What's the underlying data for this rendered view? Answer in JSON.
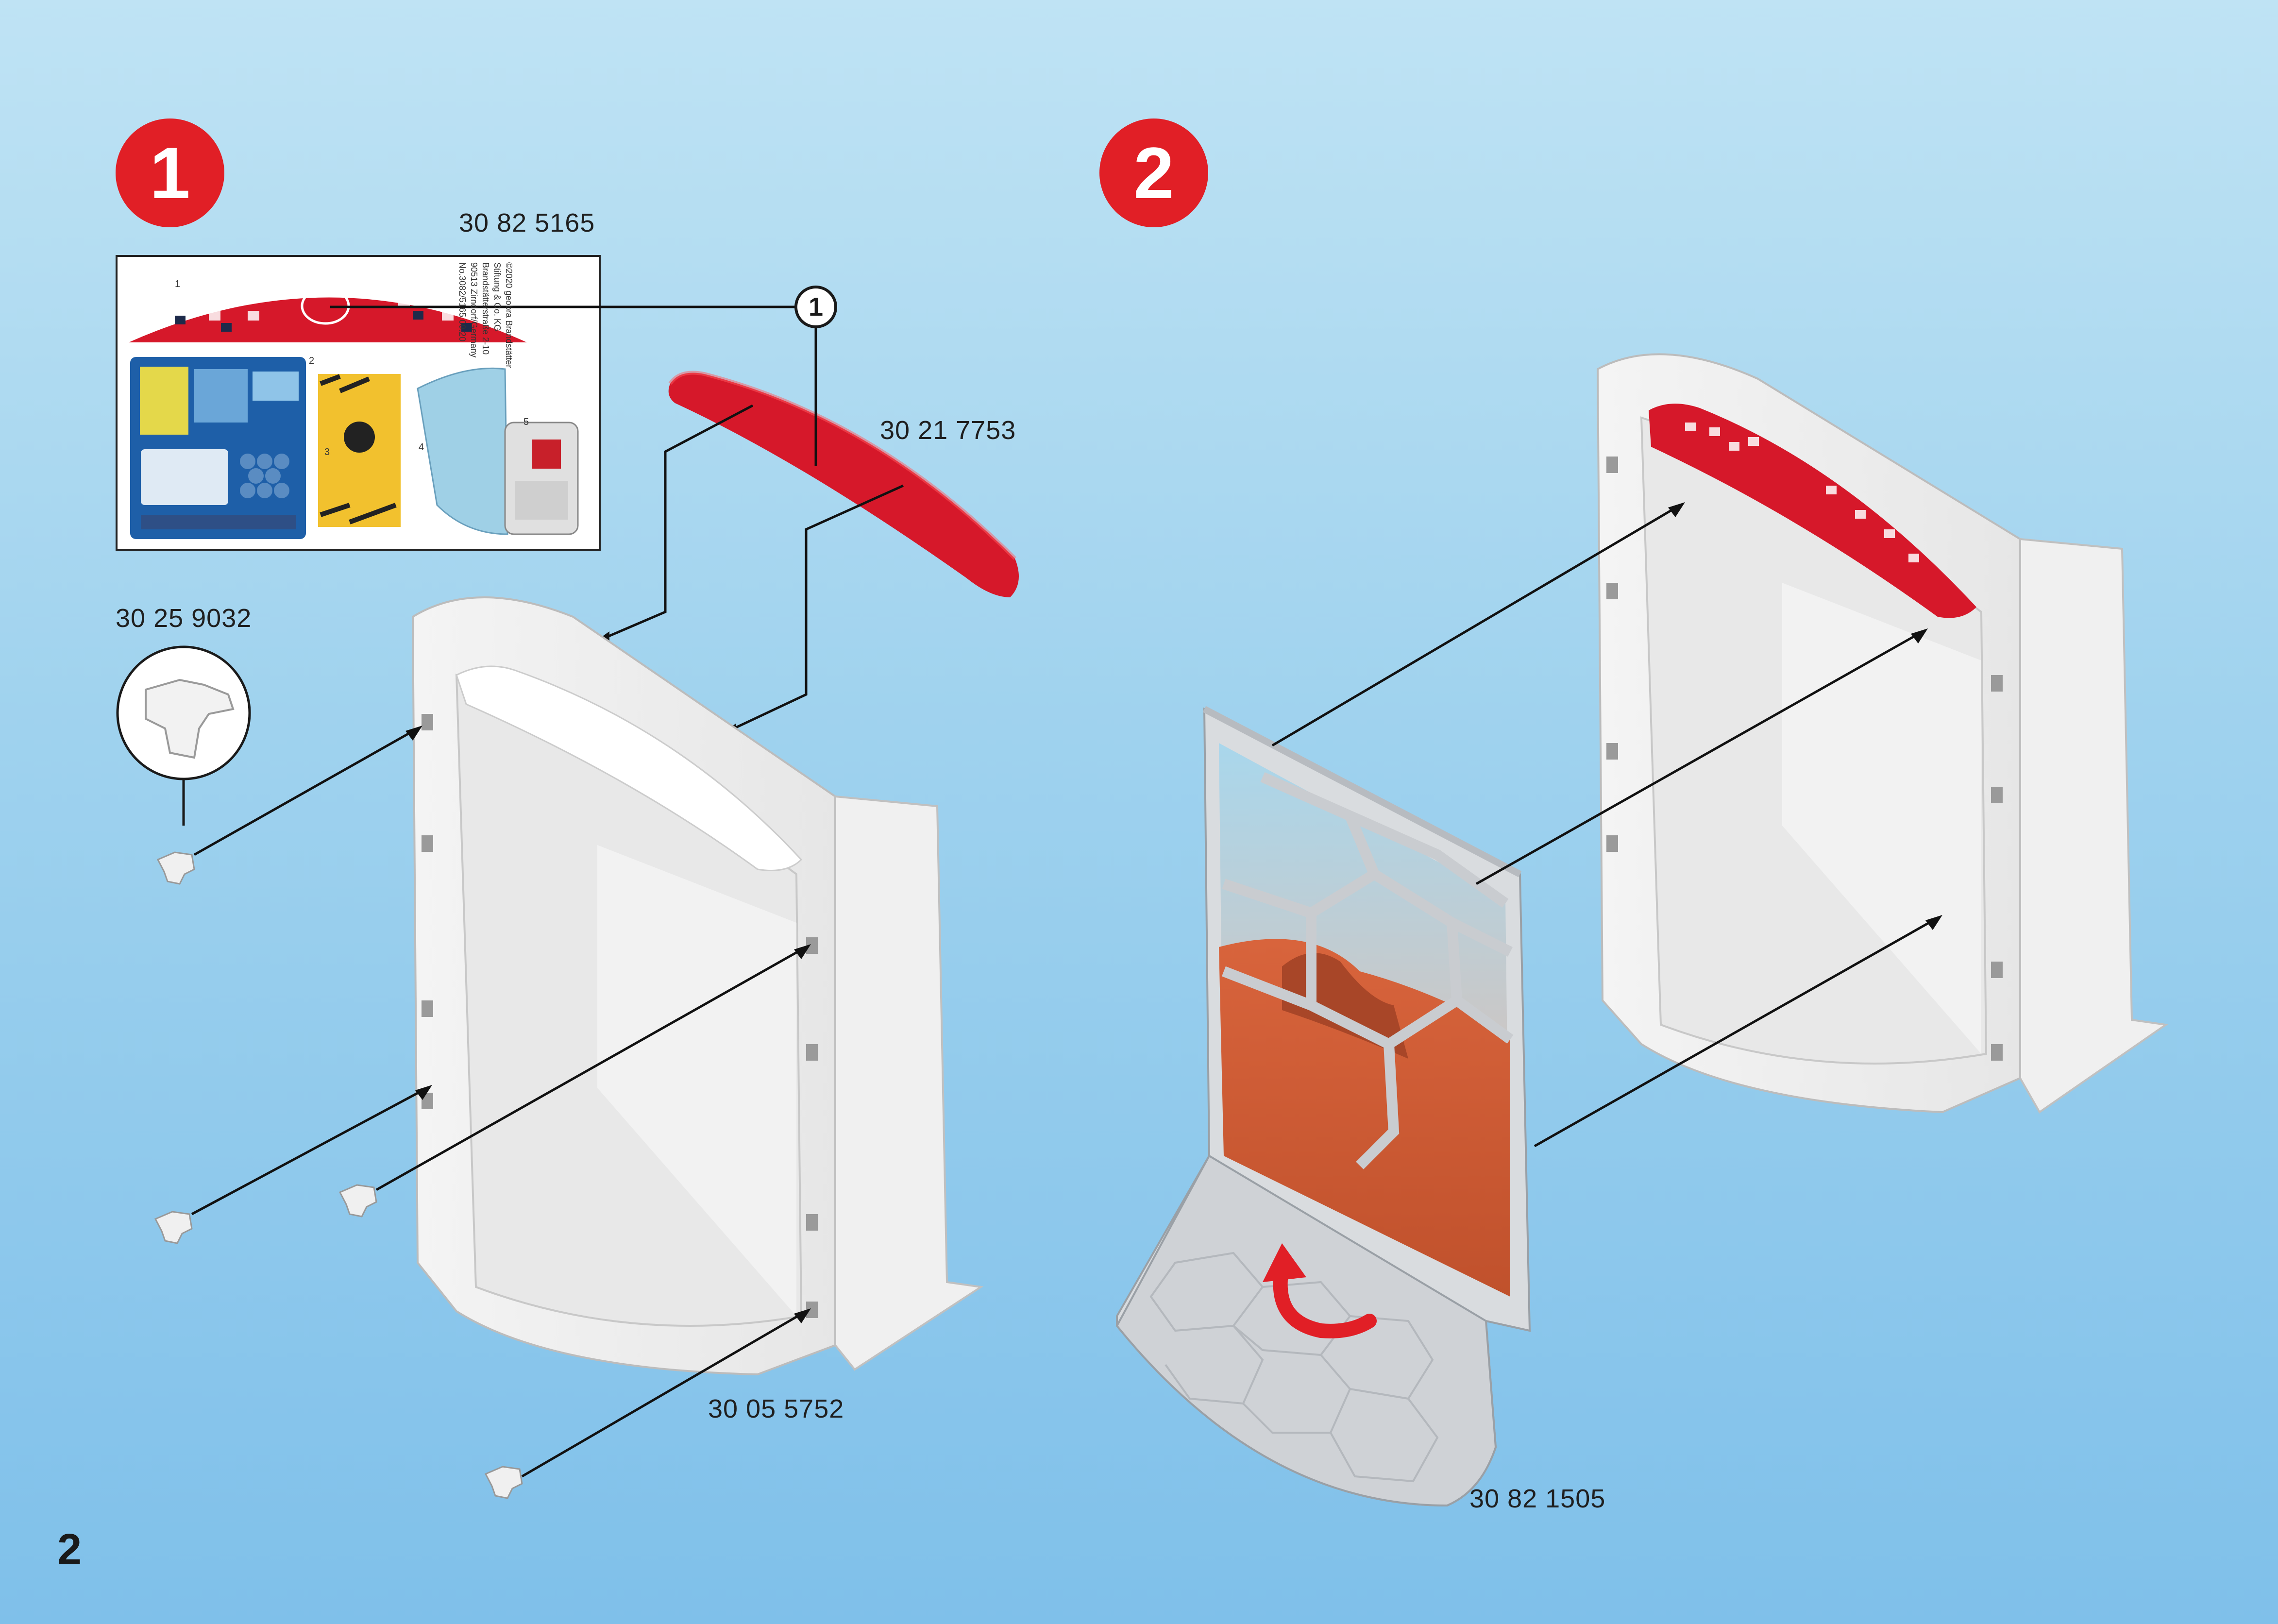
{
  "page_number": "2",
  "steps": [
    {
      "number": "1"
    },
    {
      "number": "2"
    }
  ],
  "part_numbers": {
    "sticker_sheet": "30 82 5165",
    "red_top_panel": "30 21 7753",
    "clip_detail": "30 25 9032",
    "clips_bottom": "30 05 5752",
    "window_panel": "30 82 1505"
  },
  "callout": {
    "number": "1"
  },
  "sticker_sheet": {
    "item_numbers": [
      "1",
      "2",
      "3",
      "4",
      "5"
    ],
    "copyright_lines": [
      "©2020 geobra Brandstätter",
      "Stiftung & Co. KG",
      "Brandstätterstraße 2-10",
      "90513 Zirndorf/Germany",
      "No.3082/5165    09.20"
    ]
  },
  "colors": {
    "badge_red": "#e11f26",
    "panel_red": "#d6182a",
    "background_top": "#bfe3f4",
    "background_bottom": "#7fc0ea"
  },
  "icons": {
    "rotate_arrow": "red-curved-arrow-icon",
    "clip": "clip-part-icon"
  }
}
